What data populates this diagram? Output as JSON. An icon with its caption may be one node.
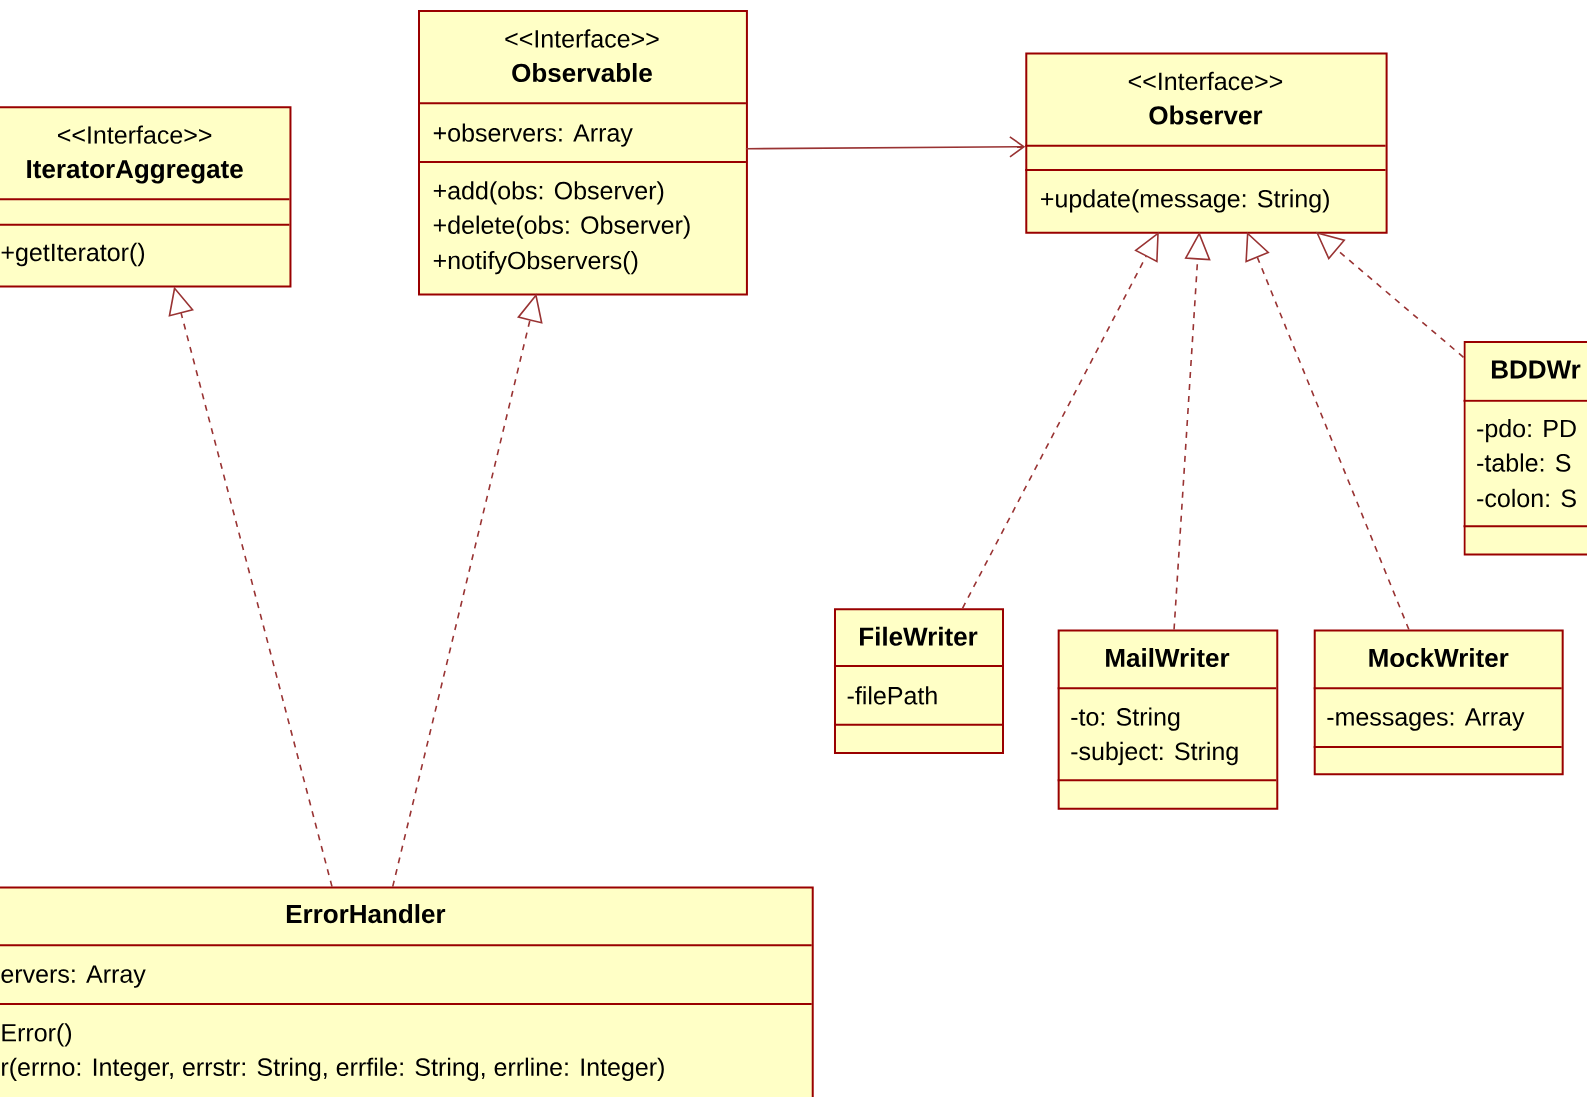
{
  "diagram": {
    "nodes": [
      {
        "text": [
          "<<Interface>>",
          "IteratorAggregate",
          "+getIterator()"
        ]
      },
      {
        "text": [
          "<<Interface>>",
          "Observable",
          "+observers: Array",
          "+add(obs: Observer)",
          "+delete(obs: Observer)",
          "+notifyObservers()"
        ]
      },
      {
        "text": [
          "<<Interface>>",
          "Observer",
          "+update(message: String)"
        ]
      },
      {
        "text": [
          "BDDWr",
          "-pdo: PD",
          "-table: S",
          "-colon: S"
        ]
      },
      {
        "text": [
          "FileWriter",
          "-filePath"
        ]
      },
      {
        "text": [
          "MailWriter",
          "-to: String",
          "-subject: String"
        ]
      },
      {
        "text": [
          "MockWriter",
          "-messages: Array"
        ]
      },
      {
        "text": [
          "ErrorHandler",
          "ervers: Array",
          "Error()",
          "r(errno: Integer, errstr: String, errfile: String, errline: Integer)"
        ]
      }
    ],
    "edges": [
      {
        "from": 1,
        "to": 2,
        "arrow": "to"
      },
      {
        "from": 7,
        "to": 0,
        "arrow": "to",
        "style": "dashed"
      },
      {
        "from": 7,
        "to": 1,
        "arrow": "to",
        "style": "dashed"
      },
      {
        "from": 4,
        "to": 2,
        "arrow": "to",
        "style": "dashed"
      },
      {
        "from": 5,
        "to": 2,
        "arrow": "to",
        "style": "dashed"
      },
      {
        "from": 6,
        "to": 2,
        "arrow": "to",
        "style": "dashed"
      },
      {
        "from": 3,
        "to": 2,
        "arrow": "to",
        "style": "dashed"
      }
    ]
  }
}
